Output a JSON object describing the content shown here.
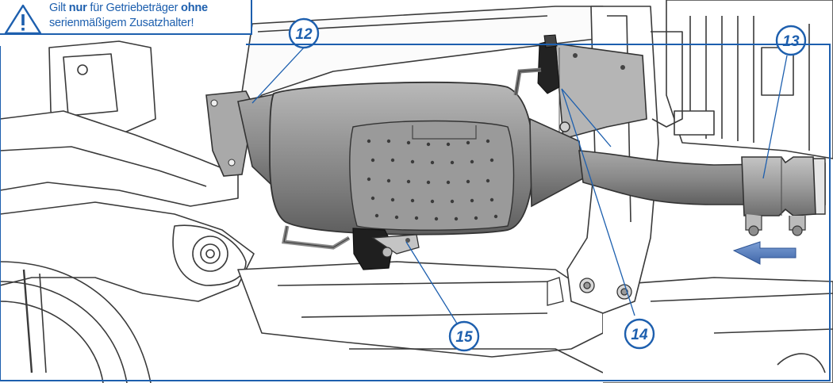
{
  "notice": {
    "line1_prefix": "Gilt ",
    "line1_bold1": "nur",
    "line1_mid": " für Getriebeträger ",
    "line1_bold2": "ohne",
    "line2": "serienmäßigem Zusatzhalter!",
    "icon": "warning-triangle-icon"
  },
  "callouts": [
    {
      "id": "12",
      "label": "12"
    },
    {
      "id": "13",
      "label": "13"
    },
    {
      "id": "14",
      "label": "14"
    },
    {
      "id": "15",
      "label": "15"
    }
  ],
  "direction_arrow": {
    "icon": "arrow-left-icon",
    "color": "#4a74b8"
  },
  "colors": {
    "accent": "#1d5fae",
    "line": "#333333",
    "metal": "#8c8c8c"
  }
}
